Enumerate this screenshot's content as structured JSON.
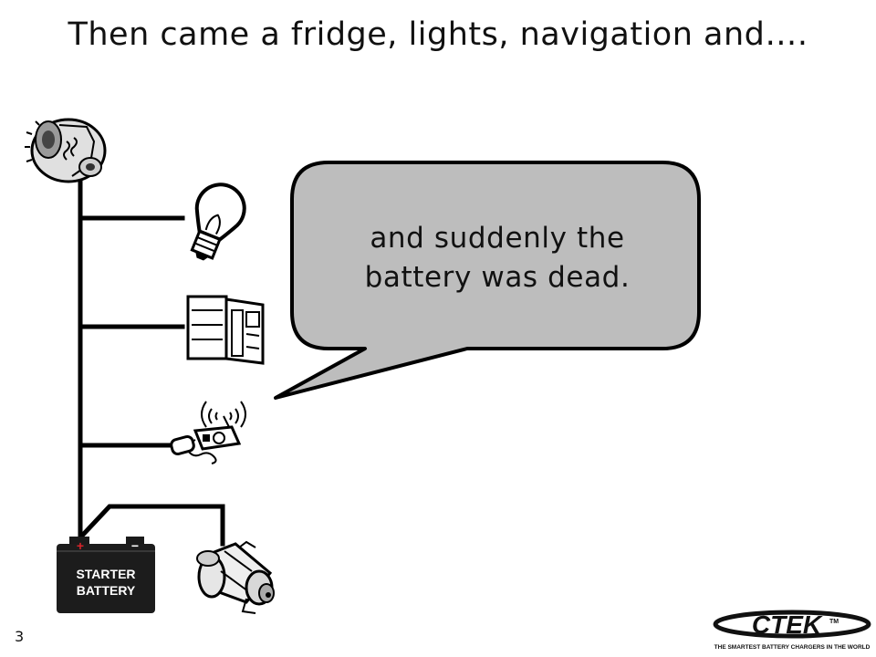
{
  "slide": {
    "title": "Then came a fridge, lights, navigation and….",
    "page_number": "3"
  },
  "bubble": {
    "text_line1": "and suddenly the",
    "text_line2": "battery was dead."
  },
  "battery": {
    "label_line1": "STARTER",
    "label_line2": "BATTERY",
    "plus_sign": "+",
    "minus_sign": "−"
  },
  "logo": {
    "brand": "CTEK",
    "trademark": "TM",
    "tagline": "THE SMARTEST BATTERY CHARGERS IN THE WORLD"
  },
  "colors": {
    "bubble_fill": "#bdbdbd",
    "battery_plus": "#d8232a",
    "line": "#000000"
  },
  "icons": [
    "alternator-icon",
    "light-bulb-icon",
    "fridge-icon",
    "radio-icon",
    "starter-battery-icon",
    "starter-motor-icon",
    "ctek-logo"
  ]
}
